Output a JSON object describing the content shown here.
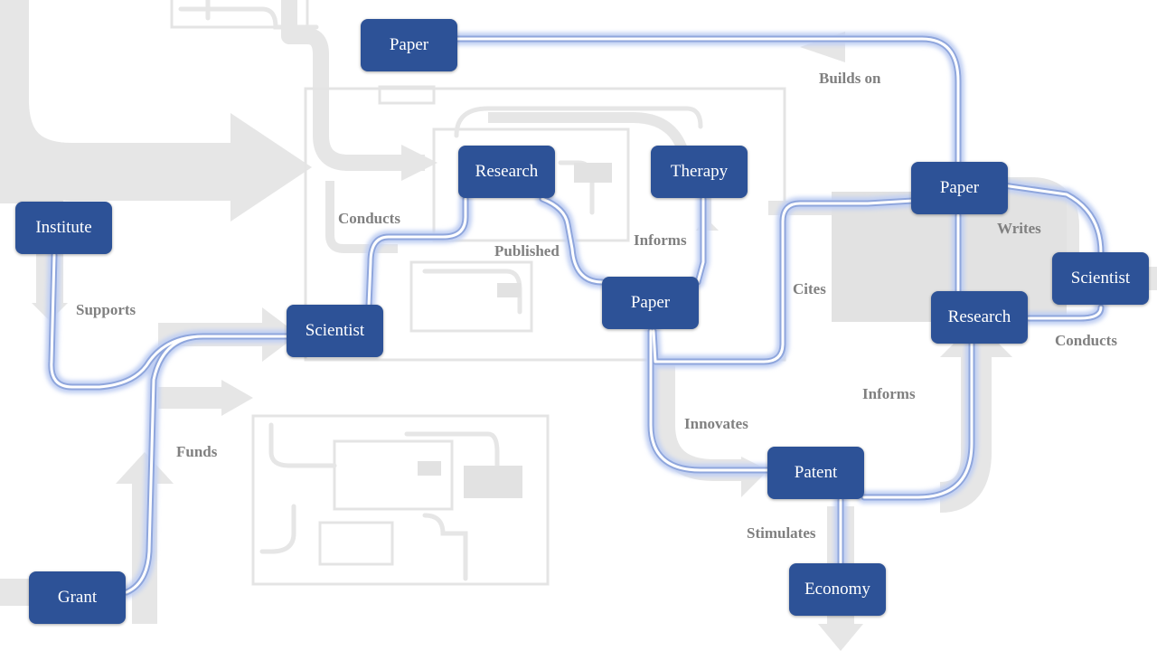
{
  "nodes": {
    "paper_top": "Paper",
    "research_center": "Research",
    "therapy": "Therapy",
    "paper_right": "Paper",
    "institute": "Institute",
    "scientist_left": "Scientist",
    "paper_middle": "Paper",
    "scientist_right": "Scientist",
    "research_right": "Research",
    "patent": "Patent",
    "grant": "Grant",
    "economy": "Economy"
  },
  "edges": {
    "builds_on": "Builds on",
    "conducts_left": "Conducts",
    "published": "Published",
    "informs_top": "Informs",
    "writes": "Writes",
    "supports": "Supports",
    "cites": "Cites",
    "conducts_right": "Conducts",
    "informs_bottom": "Informs",
    "innovates": "Innovates",
    "funds": "Funds",
    "stimulates": "Stimulates"
  },
  "colors": {
    "node_fill": "#2d5297",
    "node_text": "#ffffff",
    "edge_label": "#808080",
    "highlight_path": "#b3c4ec",
    "background_flow": "#e4e4e4"
  }
}
